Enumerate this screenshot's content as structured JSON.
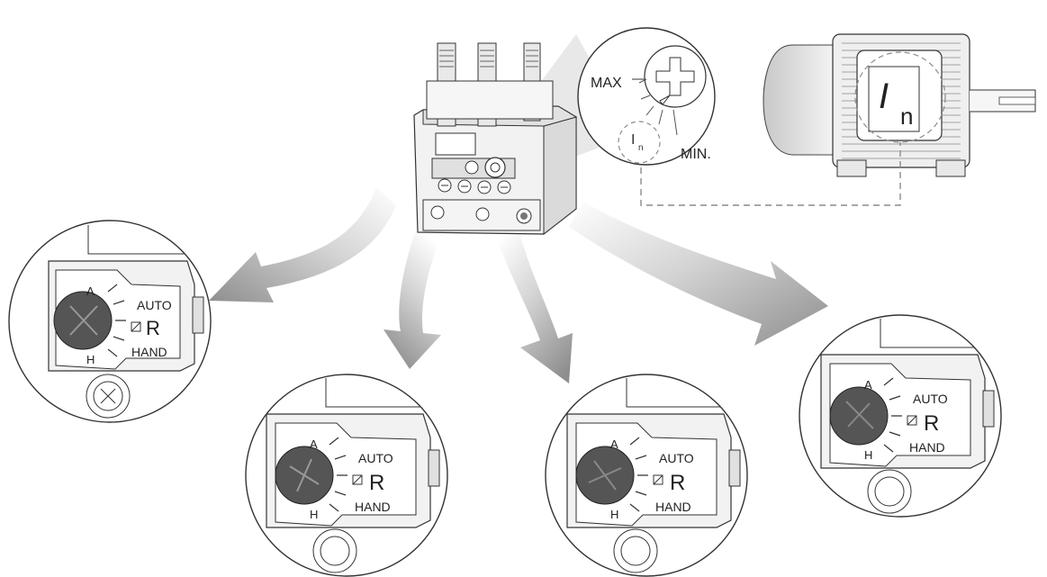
{
  "zoom": {
    "max_label": "MAX",
    "min_label": "MIN.",
    "in_symbol": "I",
    "in_subscript": "n"
  },
  "motor": {
    "in_symbol": "I",
    "in_subscript": "n"
  },
  "dial": {
    "auto_label": "AUTO",
    "hand_label": "HAND",
    "reset_label": "R",
    "a_label": "A",
    "h_label": "H"
  },
  "settings": [
    {
      "id": "min",
      "level": 0.0
    },
    {
      "id": "low",
      "level": 0.33
    },
    {
      "id": "high",
      "level": 0.66
    },
    {
      "id": "max",
      "level": 1.0
    }
  ],
  "colors": {
    "arrow": "#9a9a9a",
    "dial_fill": "#555555",
    "dashed": "#8c8c8c",
    "outline": "#333333"
  }
}
